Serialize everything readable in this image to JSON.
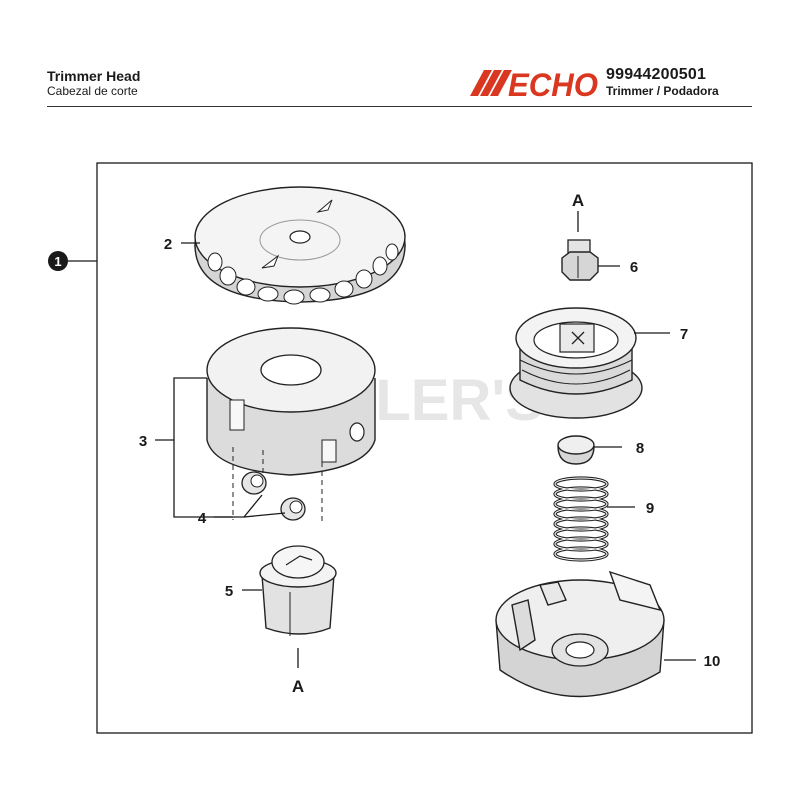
{
  "header": {
    "title": "Trimmer Head",
    "subtitle": "Cabezal de corte",
    "brand": "ECHO",
    "part_number": "99944200501",
    "model_line": "Trimmer / Podadora"
  },
  "watermark": "CUTLER'S",
  "assembly": {
    "number": "1"
  },
  "reference_marks": {
    "top": "A",
    "bottom": "A"
  },
  "callouts": [
    {
      "number": "2"
    },
    {
      "number": "3"
    },
    {
      "number": "4"
    },
    {
      "number": "5"
    },
    {
      "number": "6"
    },
    {
      "number": "7"
    },
    {
      "number": "8"
    },
    {
      "number": "9"
    },
    {
      "number": "10"
    }
  ],
  "colors": {
    "brand": "#d9371f",
    "ink": "#1a1a1a",
    "part_fill": "#ececec",
    "part_shade": "#c8c8c8"
  }
}
